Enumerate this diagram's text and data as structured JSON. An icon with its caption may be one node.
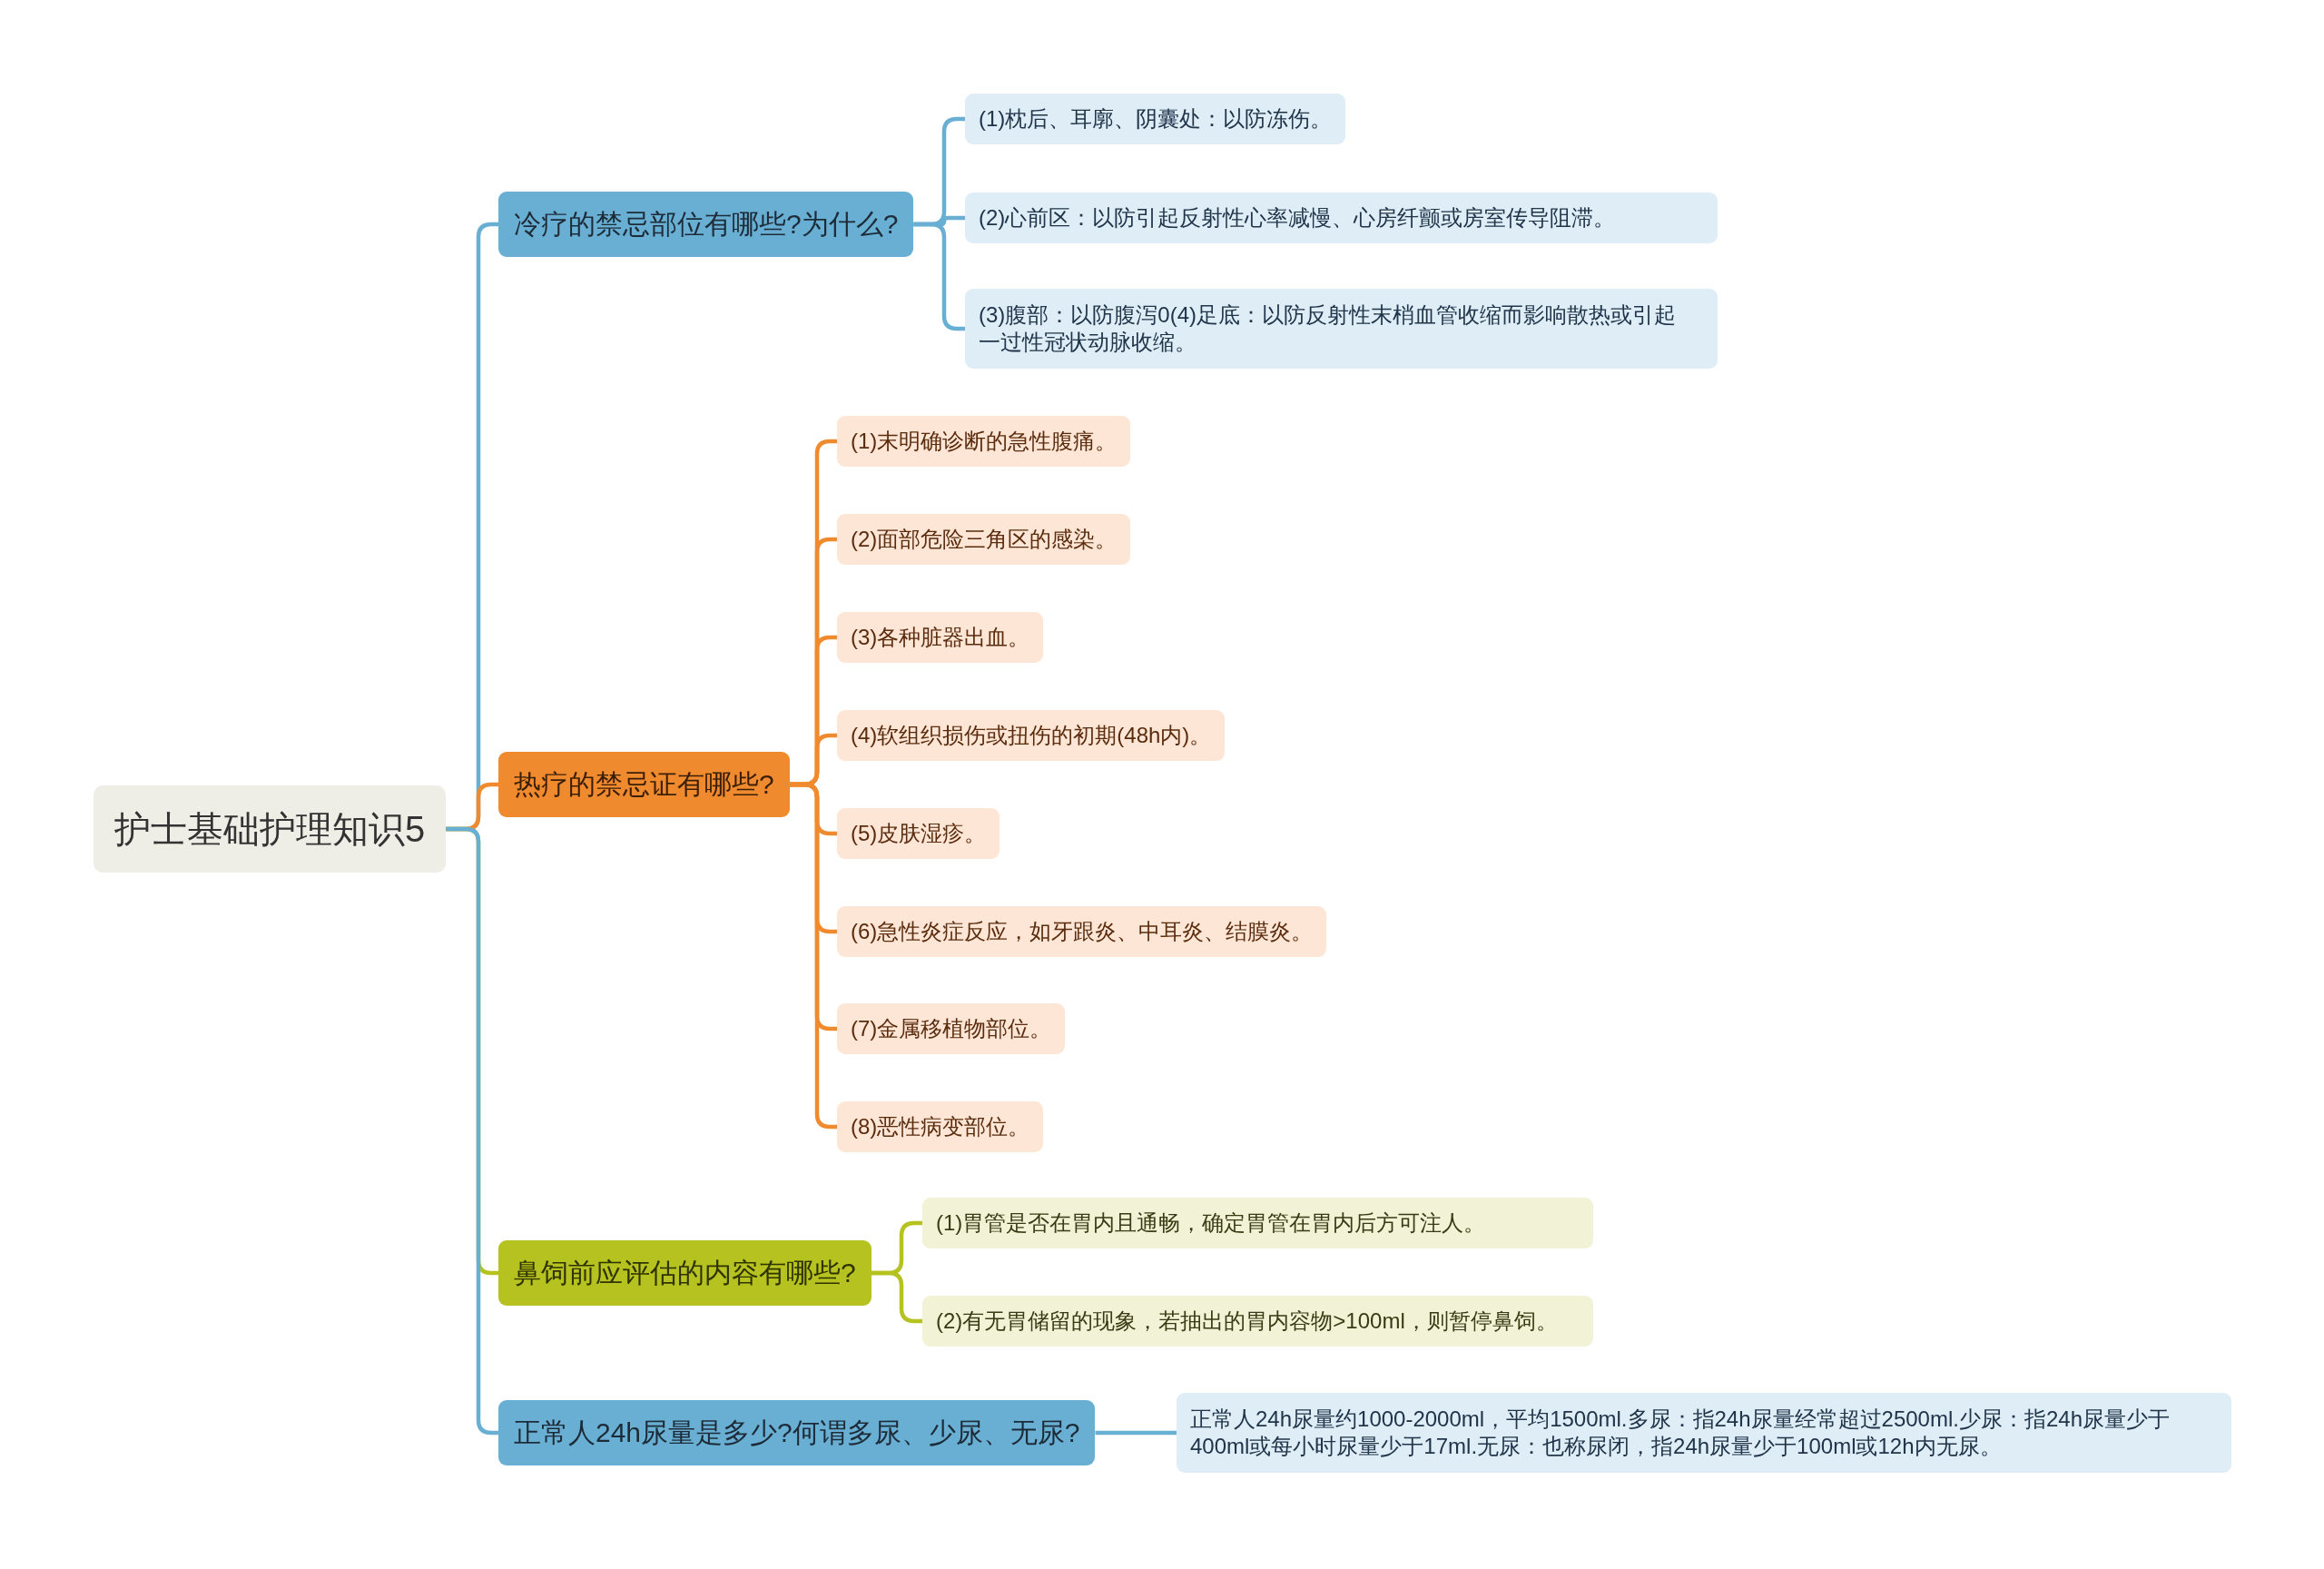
{
  "diagram": {
    "nodes": [
      {
        "text": [
          "护士基础护理知识5"
        ]
      },
      {
        "text": [
          "冷疗的禁忌部位有哪些?为什么?"
        ]
      },
      {
        "text": [
          "(1)枕后、耳廓、阴囊处：以防冻伤。"
        ]
      },
      {
        "text": [
          "(2)心前区：以防引起反射性心率减慢、心房纤颤或房室传导阻滞。"
        ]
      },
      {
        "text": [
          "(3)腹部：以防腹泻0(4)足底：以防反射性末梢血管收缩而影响散热或引起一过性冠状动脉收缩。"
        ]
      },
      {
        "text": [
          "热疗的禁忌证有哪些?"
        ]
      },
      {
        "text": [
          "(1)末明确诊断的急性腹痛。"
        ]
      },
      {
        "text": [
          "(2)面部危险三角区的感染。"
        ]
      },
      {
        "text": [
          "(3)各种脏器出血。"
        ]
      },
      {
        "text": [
          "(4)软组织损伤或扭伤的初期(48h内)。"
        ]
      },
      {
        "text": [
          "(5)皮肤湿疹。"
        ]
      },
      {
        "text": [
          "(6)急性炎症反应，如牙跟炎、中耳炎、结膜炎。"
        ]
      },
      {
        "text": [
          "(7)金属移植物部位。"
        ]
      },
      {
        "text": [
          "(8)恶性病变部位。"
        ]
      },
      {
        "text": [
          "鼻饲前应评估的内容有哪些?"
        ]
      },
      {
        "text": [
          "(1)胃管是否在胃内且通畅，确定胃管在胃内后方可注人。"
        ]
      },
      {
        "text": [
          "(2)有无胃储留的现象，若抽出的胃内容物>100ml，则暂停鼻饲。"
        ]
      },
      {
        "text": [
          "正常人24h尿量是多少?何谓多尿、少尿、无尿?"
        ]
      },
      {
        "text": [
          "正常人24h尿量约1000-2000ml，平均1500ml.多尿：指24h尿量经常超过2500ml.少尿：指24h尿量少于400ml或每小时尿量少于17ml.无尿：也称尿闭，指24h尿量少于100ml或12h内无尿。"
        ]
      }
    ],
    "edges": [
      {
        "from": 0,
        "to": 1,
        "arrow": "none",
        "color": "#68afd3"
      },
      {
        "from": 1,
        "to": 2,
        "arrow": "none",
        "color": "#68afd3"
      },
      {
        "from": 1,
        "to": 3,
        "arrow": "none",
        "color": "#68afd3"
      },
      {
        "from": 1,
        "to": 4,
        "arrow": "none",
        "color": "#68afd3"
      },
      {
        "from": 0,
        "to": 5,
        "arrow": "none"
      },
      {
        "from": 5,
        "to": 6,
        "arrow": "none"
      },
      {
        "from": 5,
        "to": 7,
        "arrow": "none"
      },
      {
        "from": 5,
        "to": 8,
        "arrow": "none"
      },
      {
        "from": 5,
        "to": 9,
        "arrow": "none"
      },
      {
        "from": 5,
        "to": 10,
        "arrow": "none"
      },
      {
        "from": 5,
        "to": 11,
        "arrow": "none"
      },
      {
        "from": 5,
        "to": 12,
        "arrow": "none"
      },
      {
        "from": 5,
        "to": 13,
        "arrow": "none"
      },
      {
        "from": 0,
        "to": 14,
        "arrow": "none",
        "color": "#b5c21f"
      },
      {
        "from": 14,
        "to": 15,
        "arrow": "none",
        "color": "#b5c21f"
      },
      {
        "from": 14,
        "to": 16,
        "arrow": "none",
        "color": "#b5c21f"
      },
      {
        "from": 0,
        "to": 17,
        "arrow": "none",
        "color": "#68afd3"
      },
      {
        "from": 17,
        "to": 18,
        "arrow": "none",
        "color": "#68afd3"
      }
    ]
  }
}
